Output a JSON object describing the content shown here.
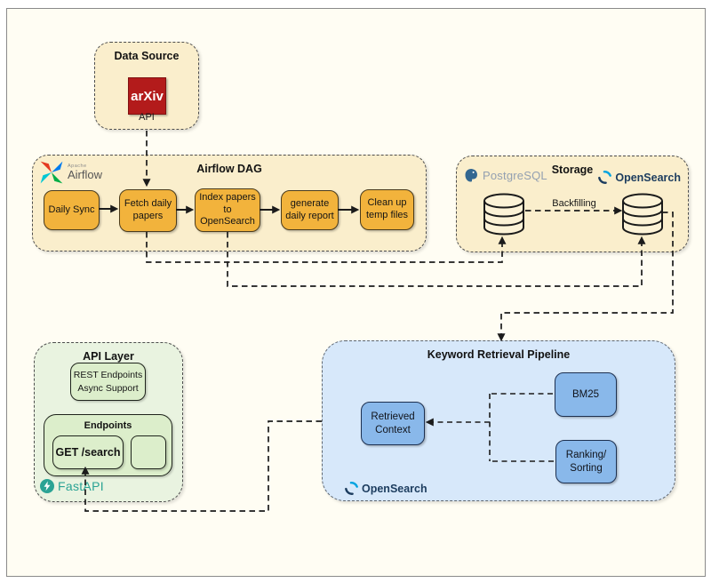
{
  "colors": {
    "canvas_bg": "#FFFDF3",
    "cream": "#FAEECC",
    "orange": "#F2B33C",
    "green_panel": "#E9F3E0",
    "green_box": "#DCEECB",
    "blue_panel": "#D7E8FA",
    "blue_box": "#89B8EA",
    "arxiv_red": "#B31B1B",
    "fastapi_teal": "#2AA394",
    "opensearch_navy": "#1C3C5E",
    "postgres_gray": "#93A0B1"
  },
  "icons": {
    "airflow": "airflow-pinwheel-icon",
    "postgresql": "postgres-elephant-icon",
    "opensearch": "opensearch-swirl-icon",
    "fastapi": "fastapi-bolt-icon",
    "database": "database-cylinder-icon"
  },
  "data_source": {
    "title": "Data Source",
    "logo": "arXiv",
    "caption": "API"
  },
  "airflow_dag": {
    "title": "Airflow DAG",
    "logo_top": "Apache",
    "logo": "Airflow",
    "tasks": [
      "Daily Sync",
      "Fetch daily papers",
      "Index papers to OpenSearch",
      "generate daily report",
      "Clean up temp files"
    ]
  },
  "storage": {
    "title": "Storage",
    "postgres": "PostgreSQL",
    "opensearch": "OpenSearch",
    "backfill": "Backfilling"
  },
  "api_layer": {
    "title": "API Layer",
    "rest_line1": "REST Endpoints",
    "rest_line2": "Async Support",
    "endpoints_title": "Endpoints",
    "get_search": "GET /search",
    "fastapi": "FastAPI"
  },
  "pipeline": {
    "title": "Keyword Retrieval Pipeline",
    "bm25": "BM25",
    "ranking": "Ranking/ Sorting",
    "retrieved": "Retrieved Context",
    "opensearch": "OpenSearch"
  }
}
